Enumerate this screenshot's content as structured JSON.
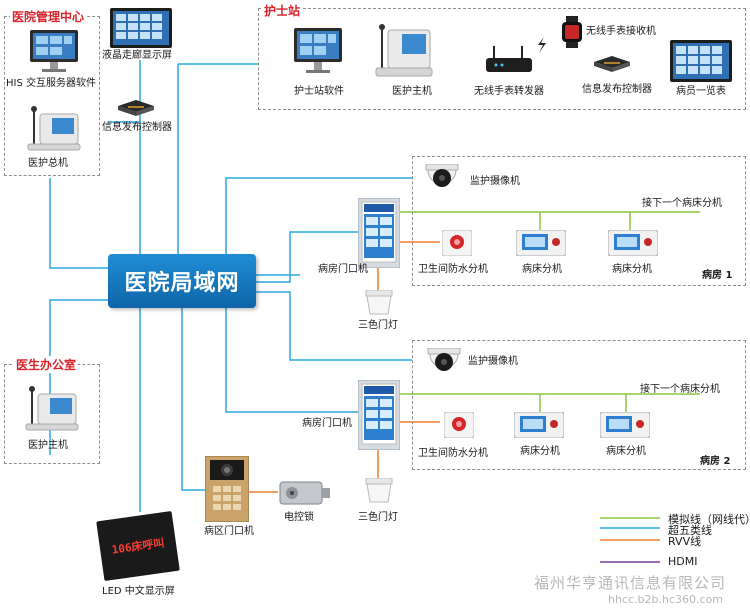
{
  "hub": {
    "label": "医院局域网"
  },
  "zones": {
    "management": {
      "title": "医院管理中心"
    },
    "nurse_station": {
      "title": "护士站"
    },
    "doctor_office": {
      "title": "医生办公室"
    }
  },
  "labels": {
    "his_server": "HIS 交互服务器软件",
    "nurse_master_mgmt": "医护总机",
    "lcd_corridor": "液晶走廊显示屏",
    "info_controller_left": "信息发布控制器",
    "nurse_software": "护士站软件",
    "nurse_host": "医护主机",
    "wireless_repeater": "无线手表转发器",
    "watch_receiver": "无线手表接收机",
    "info_controller_right": "信息发布控制器",
    "patient_board": "病员一览表",
    "doctor_host": "医护主机",
    "camera_1": "监护摄像机",
    "camera_2": "监护摄像机",
    "door_unit_1": "病房门口机",
    "door_unit_2": "病房门口机",
    "bath_unit_1": "卫生间防水分机",
    "bath_unit_2": "卫生间防水分机",
    "bed_1a": "病床分机",
    "bed_1b": "病床分机",
    "bed_2a": "病床分机",
    "bed_2b": "病床分机",
    "next_bed_1": "接下一个病床分机",
    "next_bed_2": "接下一个病床分机",
    "ward_1": "病房 1",
    "ward_2": "病房 2",
    "lamp_1": "三色门灯",
    "lamp_2": "三色门灯",
    "zone_door": "病区门口机",
    "elock": "电控锁",
    "led": "LED 中文显示屏",
    "led_text": "106床呼叫"
  },
  "legend": [
    {
      "label": "模拟线（网线代）",
      "color": "#8cc63f"
    },
    {
      "label": "超五类线",
      "color": "#29a8e0"
    },
    {
      "label": "RVV线",
      "color": "#f07f2b"
    },
    {
      "label": "HDMI",
      "color": "#7a3f98"
    }
  ],
  "watermark": {
    "company": "福州华亨通讯信息有限公司",
    "site": "hhcc.b2b.hc360.com"
  },
  "colors": {
    "hub": "#0f64a8",
    "zone_title": "#d8232a",
    "blue_line": "#29a8e0",
    "green_line": "#8cc63f",
    "orange_line": "#f07f2b",
    "purple_line": "#7a3f98"
  }
}
